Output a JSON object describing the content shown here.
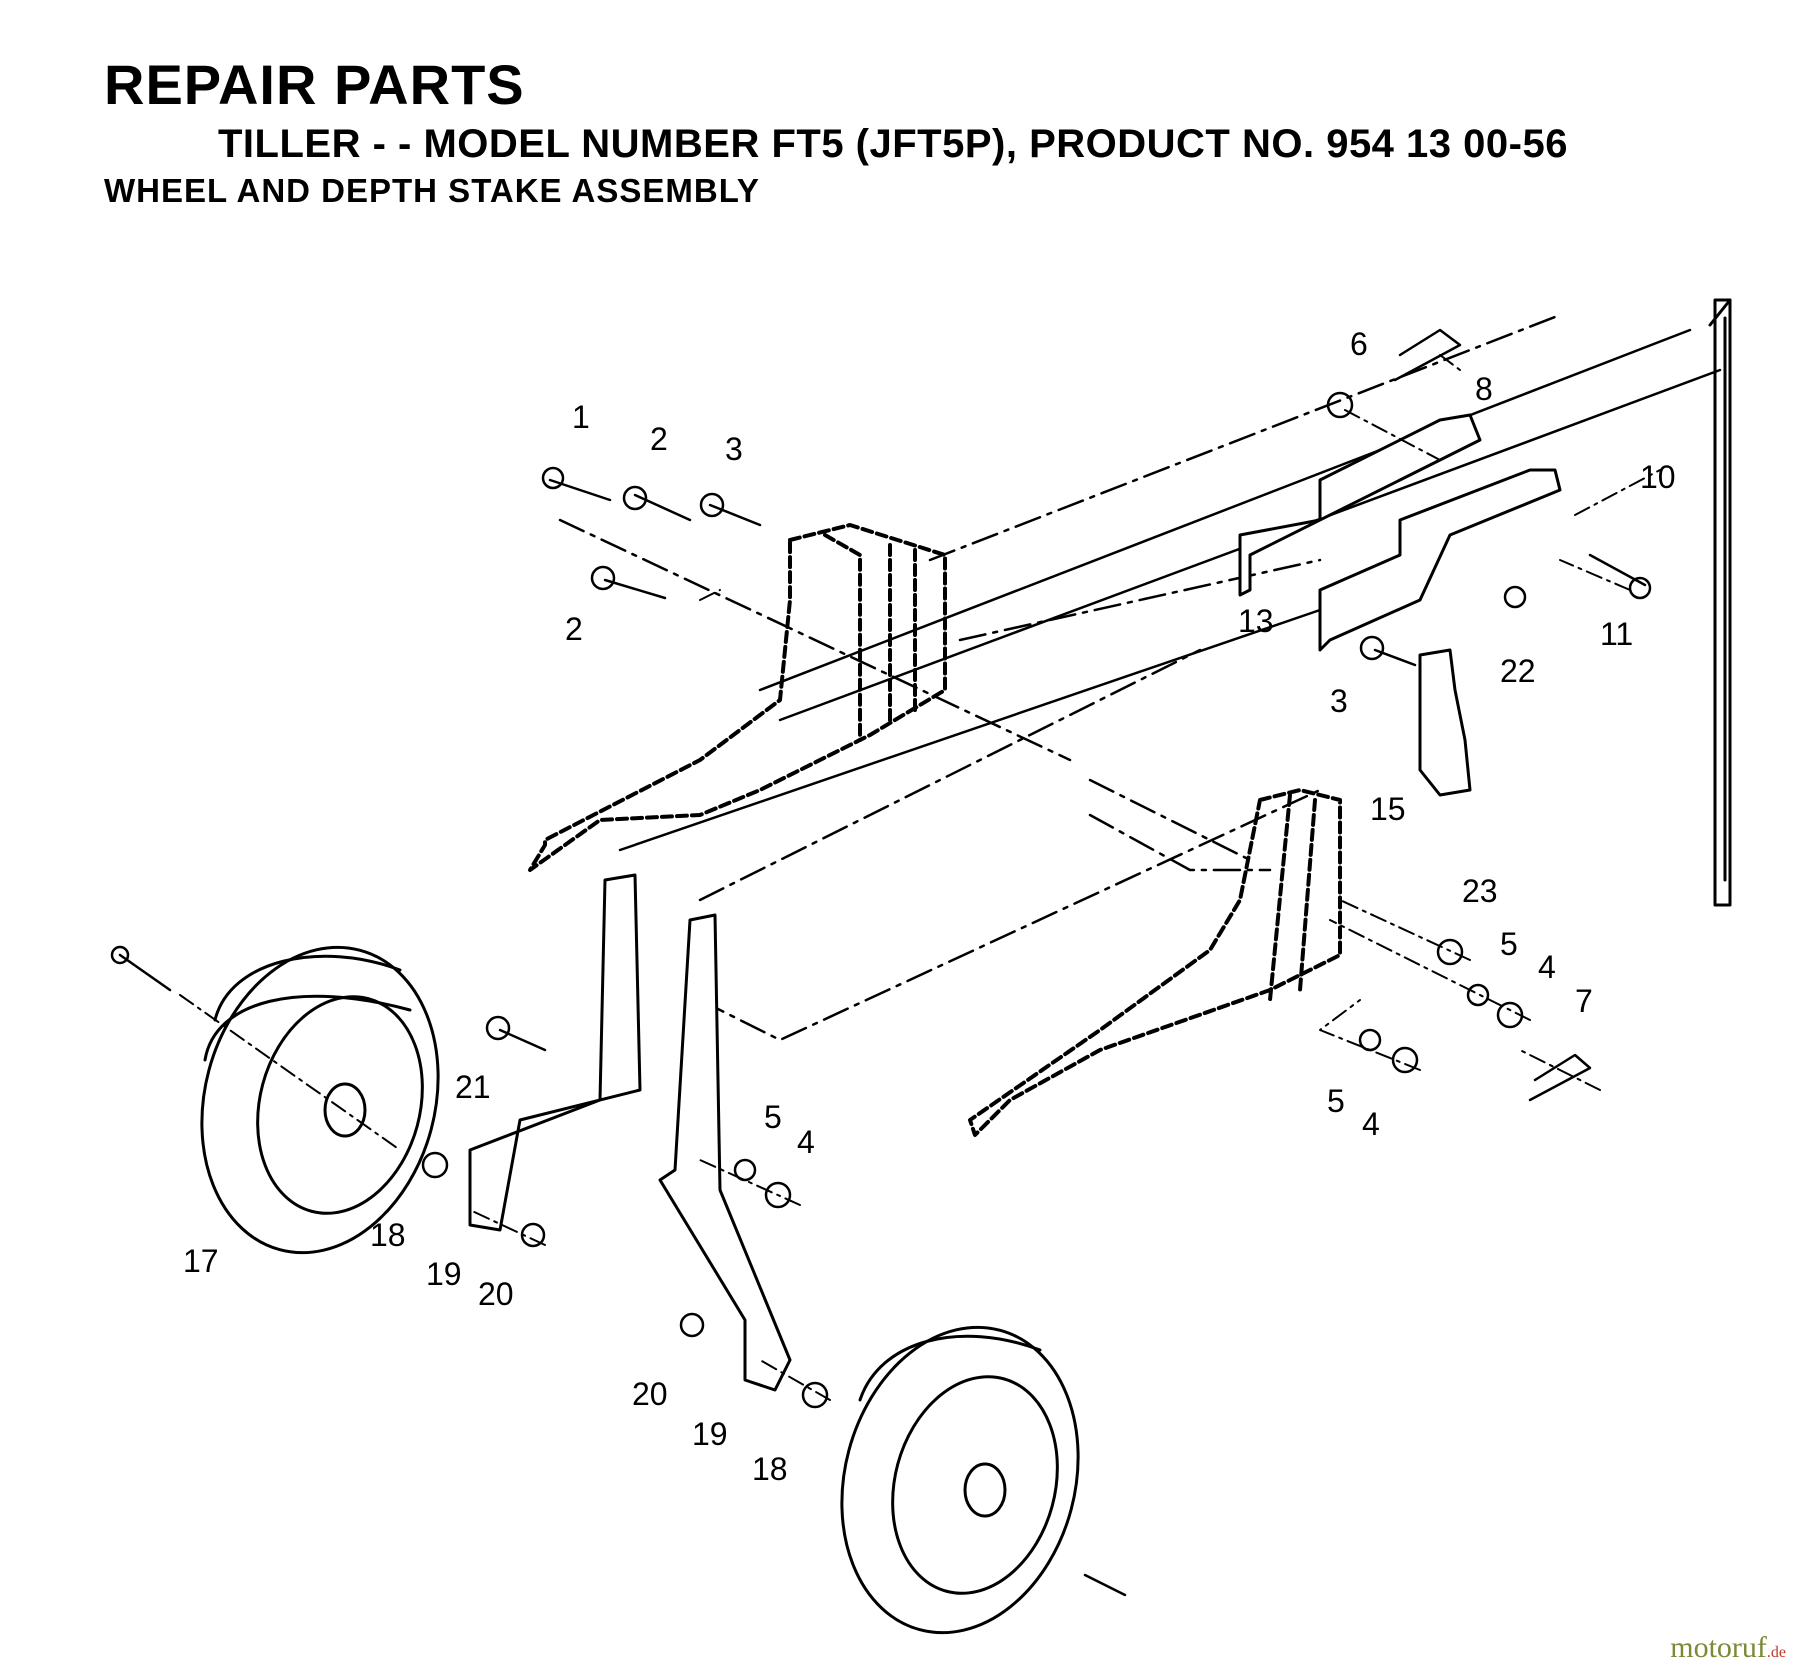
{
  "header": {
    "title": "REPAIR PARTS",
    "subtitle": "TILLER - - MODEL NUMBER FT5 (JFT5P), PRODUCT NO. 954 13 00-56",
    "section": "WHEEL AND DEPTH STAKE ASSEMBLY"
  },
  "callouts": [
    "1",
    "2",
    "3",
    "2",
    "6",
    "8",
    "10",
    "11",
    "22",
    "13",
    "3",
    "15",
    "23",
    "5",
    "4",
    "7",
    "5",
    "4",
    "21",
    "5",
    "4",
    "18",
    "17",
    "19",
    "20",
    "20",
    "19",
    "18"
  ],
  "watermark": {
    "text": "motoruf",
    "suffix": ".de"
  }
}
